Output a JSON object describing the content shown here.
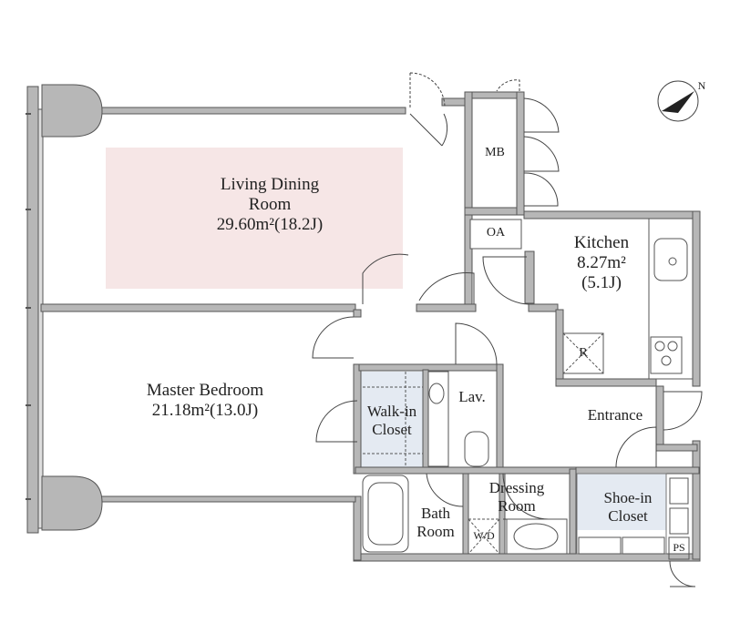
{
  "rooms": {
    "living": {
      "name": "Living Dining",
      "name2": "Room",
      "area": "29.60m²(18.2J)"
    },
    "master": {
      "name": "Master Bedroom",
      "area": "21.18m²(13.0J)"
    },
    "kitchen": {
      "name": "Kitchen",
      "area": "8.27m²",
      "jou": "(5.1J)"
    },
    "entrance": {
      "name": "Entrance"
    },
    "lav": {
      "name": "Lav."
    },
    "walkin": {
      "name": "Walk-in",
      "name2": "Closet"
    },
    "bath": {
      "name": "Bath",
      "name2": "Room"
    },
    "dressing": {
      "name": "Dressing",
      "name2": "Room"
    },
    "shoein": {
      "name": "Shoe-in",
      "name2": "Closet"
    }
  },
  "fixtures": {
    "mb": "MB",
    "oa": "OA",
    "fridge": "R",
    "washer": "W/D",
    "ps": "PS"
  },
  "compass": {
    "label": "N"
  },
  "colors": {
    "wall": "#b7b7b7",
    "wall_stroke": "#555555",
    "living_highlight": "#f6e6e6",
    "closet_highlight": "#e4eaf2"
  }
}
